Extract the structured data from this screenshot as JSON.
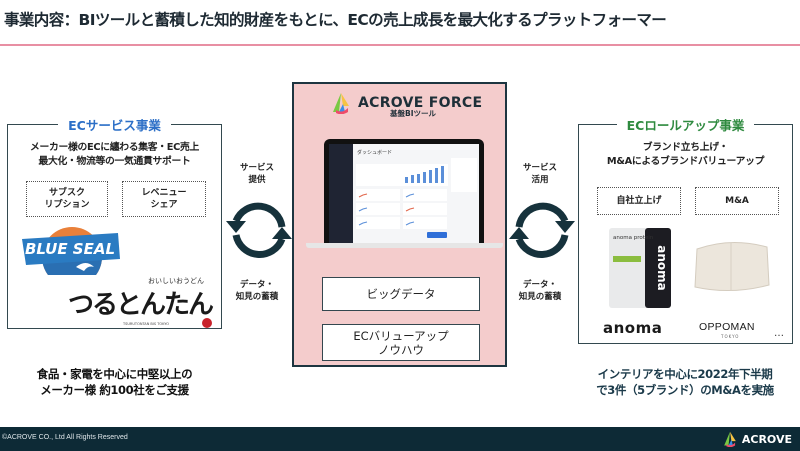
{
  "header": {
    "title": "事業内容：BIツールと蓄積した知的財産をもとに、ECの売上成長を最大化するプラットフォーマー"
  },
  "left_panel": {
    "title": "ECサービス事業",
    "description_line1": "メーカー様のECに纏わる集客・EC売上",
    "description_line2": "最大化・物流等の一気通貫サポート",
    "chips": [
      {
        "line1": "サブスク",
        "line2": "リプション"
      },
      {
        "line1": "レベニュー",
        "line2": "シェア"
      }
    ],
    "logos": {
      "blue_seal": "BLUE SEAL",
      "tsurutontan_small": "おいしいおうどん",
      "tsurutontan_main": "つるとんたん",
      "tsurutontan_sub": "TSURUTONTAN BIS TOKYO"
    },
    "caption_line1": "食品・家電を中心に中堅以上の",
    "caption_line2": "メーカー様 約100社をご支援"
  },
  "left_cycle": {
    "top_line1": "サービス",
    "top_line2": "提供",
    "bottom_line1": "データ・",
    "bottom_line2": "知見の蓄積"
  },
  "center": {
    "brand": "ACROVE FORCE",
    "subtitle": "基盤BIツール",
    "screen_title": "ダッシュボード",
    "boxes": [
      {
        "line1": "ビッグデータ",
        "line2": ""
      },
      {
        "line1": "ECバリューアップ",
        "line2": "ノウハウ"
      }
    ]
  },
  "right_cycle": {
    "top_line1": "サービス",
    "top_line2": "活用",
    "bottom_line1": "データ・",
    "bottom_line2": "知見の蓄積"
  },
  "right_panel": {
    "title": "ECロールアップ事業",
    "description_line1": "ブランド立ち上げ・",
    "description_line2": "M&Aによるブランドバリューアップ",
    "chips": [
      {
        "line1": "自社立上げ"
      },
      {
        "line1": "M&A"
      }
    ],
    "products": {
      "anoma_pack_label": "anoma protein",
      "anoma_pack_side": "anoma",
      "anoma_brand": "anoma",
      "oppoman_brand": "OPPOMAN",
      "oppoman_sub": "TOKYO",
      "more": "…"
    },
    "caption_line1": "インテリアを中心に2022年下半期",
    "caption_line2": "で3件（5ブランド）のM&Aを実施"
  },
  "footer": {
    "copyright": "©ACROVE CO., Ltd All Rights Reserved",
    "logo_text": "ACROVE"
  },
  "colors": {
    "title_rule": "#e88fa3",
    "left_title": "#2c6fc7",
    "right_title": "#2e8a3f",
    "center_bg": "#f4cccc",
    "dark": "#1d3540",
    "footer_bg": "#0d2a36"
  }
}
